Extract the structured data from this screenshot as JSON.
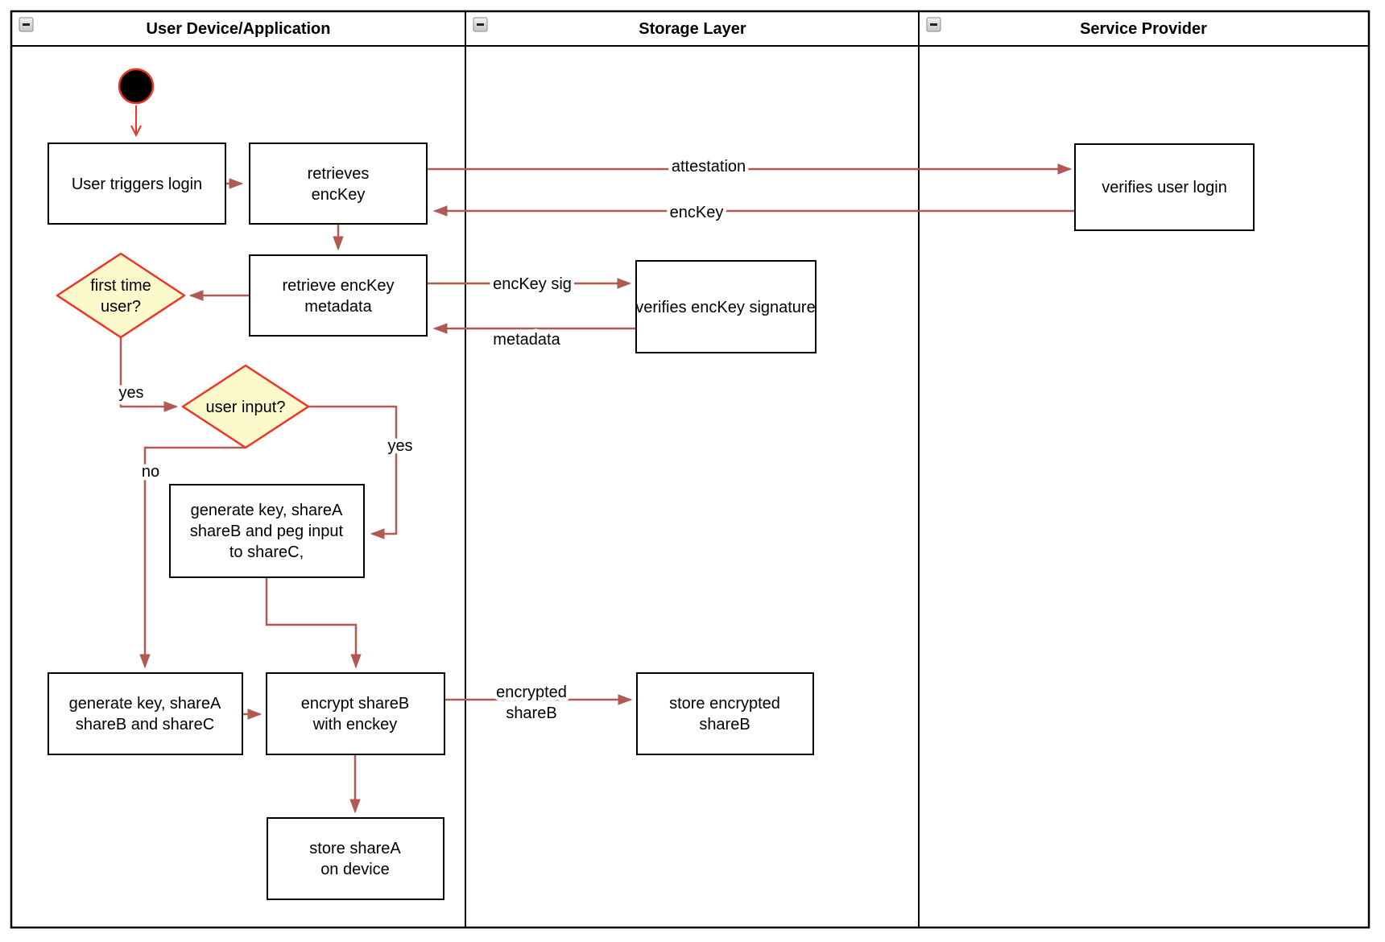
{
  "lanes": [
    {
      "title": "User Device/Application"
    },
    {
      "title": "Storage Layer"
    },
    {
      "title": "Service Provider"
    }
  ],
  "icons": {
    "lane_collapse": "minus-collapse-icon"
  },
  "nodes": {
    "start": {
      "type": "initial-state"
    },
    "user_triggers_login": {
      "lines": [
        "User triggers login"
      ]
    },
    "retrieves_enckey": {
      "lines": [
        "retrieves",
        "encKey"
      ]
    },
    "verifies_user_login": {
      "lines": [
        "verifies user login"
      ]
    },
    "retrieve_enckey_metadata": {
      "lines": [
        "retrieve encKey",
        "metadata"
      ]
    },
    "verifies_enckey_signature": {
      "lines": [
        "verifies encKey signature"
      ]
    },
    "first_time_user": {
      "type": "decision",
      "lines": [
        "first time",
        "user?"
      ]
    },
    "user_input": {
      "type": "decision",
      "lines": [
        "user input?"
      ]
    },
    "generate_key_peg_input": {
      "lines": [
        "generate key, shareA",
        "shareB and peg input",
        "to shareC,"
      ]
    },
    "generate_key_sharec": {
      "lines": [
        "generate key, shareA",
        "shareB and shareC"
      ]
    },
    "encrypt_shareb": {
      "lines": [
        "encrypt shareB",
        "with enckey"
      ]
    },
    "store_encrypted_shareb": {
      "lines": [
        "store encrypted",
        "shareB"
      ]
    },
    "store_sharea": {
      "lines": [
        "store shareA",
        "on device"
      ]
    }
  },
  "edge_labels": {
    "attestation": "attestation",
    "enc_key": "encKey",
    "enc_key_sig": "encKey sig",
    "metadata": "metadata",
    "first_time_yes": "yes",
    "user_input_yes": "yes",
    "user_input_no": "no",
    "encrypted_shareb": {
      "lines": [
        "encrypted",
        "shareB"
      ]
    }
  },
  "colors": {
    "connector": "#B05A52",
    "accent_red": "#EE3524",
    "decision_fill": "#FCF9CC",
    "node_fill": "#FFFFFF",
    "node_stroke": "#000000",
    "lane_border": "#000000"
  }
}
